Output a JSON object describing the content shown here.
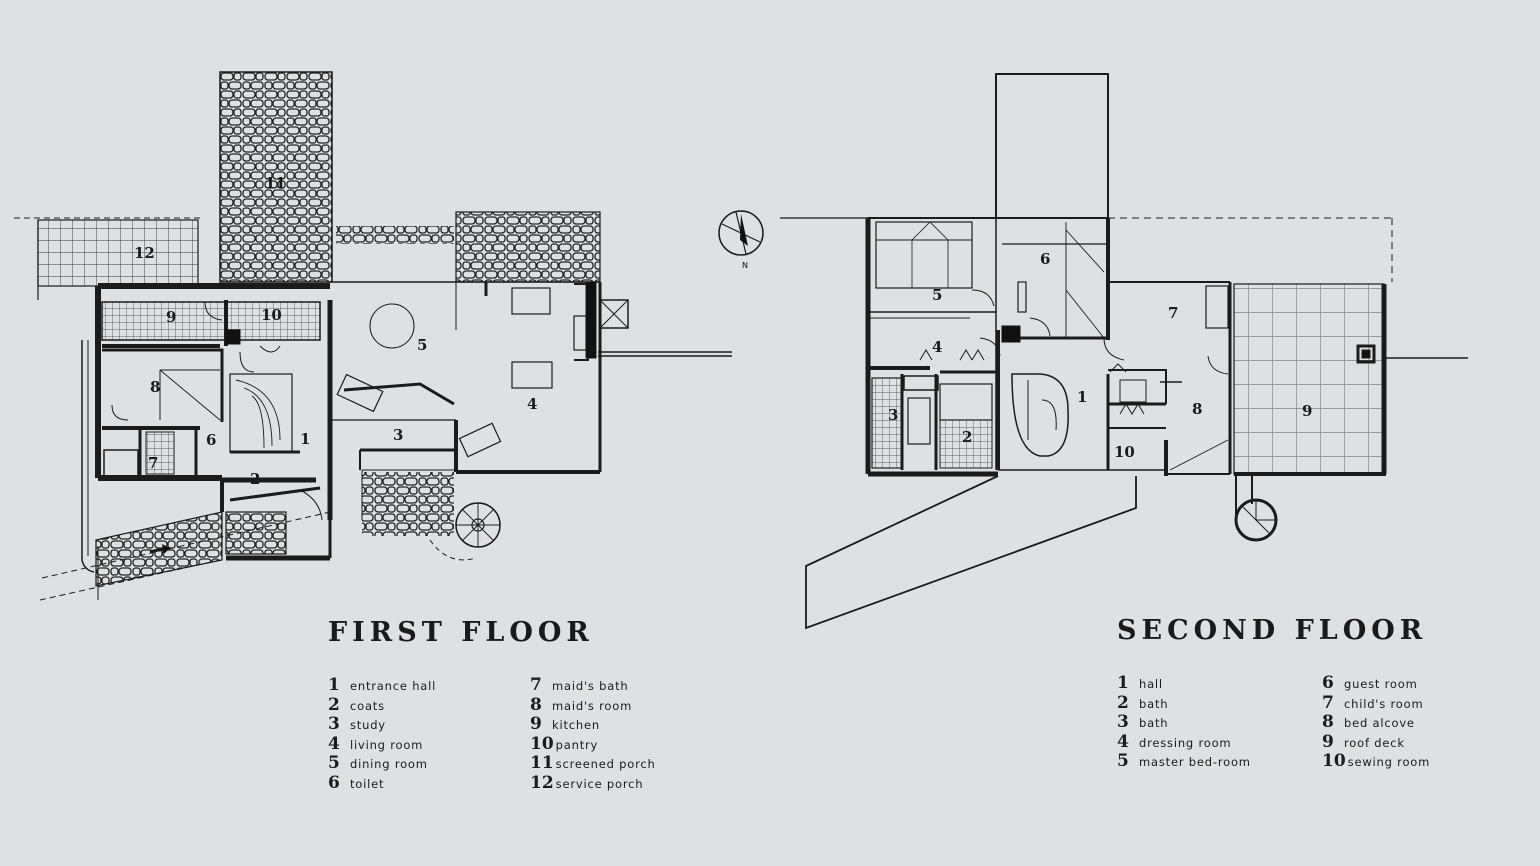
{
  "first_floor": {
    "title": "FIRST FLOOR",
    "legend": [
      {
        "num": "1",
        "label": "entrance hall"
      },
      {
        "num": "2",
        "label": "coats"
      },
      {
        "num": "3",
        "label": "study"
      },
      {
        "num": "4",
        "label": "living room"
      },
      {
        "num": "5",
        "label": "dining room"
      },
      {
        "num": "6",
        "label": "toilet"
      },
      {
        "num": "7",
        "label": "maid's bath"
      },
      {
        "num": "8",
        "label": "maid's room"
      },
      {
        "num": "9",
        "label": "kitchen"
      },
      {
        "num": "10",
        "label": "pantry"
      },
      {
        "num": "11",
        "label": "screened porch"
      },
      {
        "num": "12",
        "label": "service porch"
      }
    ]
  },
  "second_floor": {
    "title": "SECOND FLOOR",
    "legend": [
      {
        "num": "1",
        "label": "hall"
      },
      {
        "num": "2",
        "label": "bath"
      },
      {
        "num": "3",
        "label": "bath"
      },
      {
        "num": "4",
        "label": "dressing room"
      },
      {
        "num": "5",
        "label": "master bed-room"
      },
      {
        "num": "6",
        "label": "guest room"
      },
      {
        "num": "7",
        "label": "child's room"
      },
      {
        "num": "8",
        "label": "bed alcove"
      },
      {
        "num": "9",
        "label": "roof deck"
      },
      {
        "num": "10",
        "label": "sewing room"
      }
    ]
  },
  "compass": {
    "label": "N"
  },
  "colors": {
    "ink": "#1b1b1b",
    "paper": "#dfe0e2"
  }
}
